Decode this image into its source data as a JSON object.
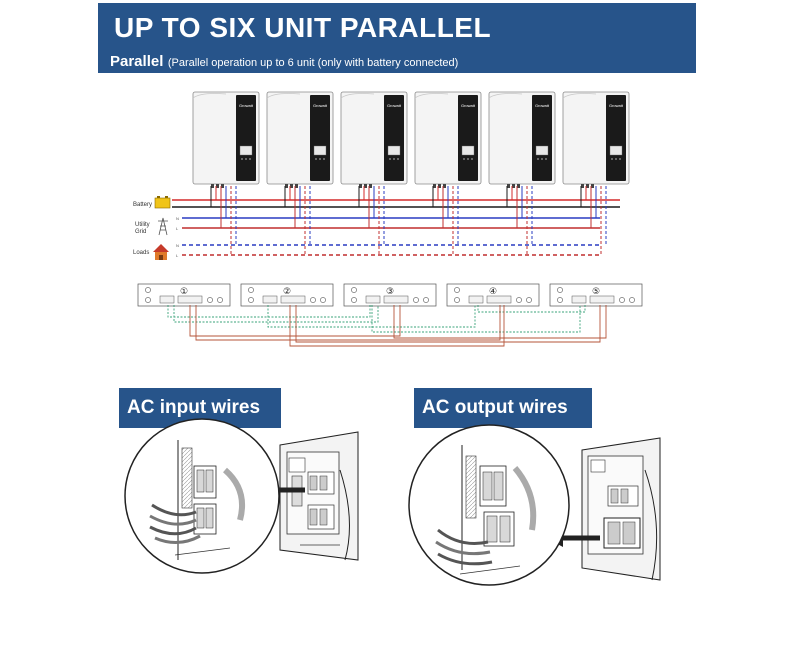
{
  "header": {
    "title": "UP TO SIX UNIT PARALLEL",
    "subtitle_main": "Parallel",
    "subtitle_note": "(Parallel operation up to 6 unit (only with battery connected)"
  },
  "inverters": {
    "count": 6,
    "brand": "Growatt",
    "panel_color": "#1a1a1a",
    "body_color": "#f4f4f4"
  },
  "wiring_legend": {
    "battery_label": "Battery",
    "utility_label": "Utility\ngrid",
    "loads_label": "Loads",
    "utility_terminals": [
      "N",
      "L"
    ],
    "load_terminals": [
      "N",
      "L"
    ]
  },
  "parallel_boards": {
    "numbers": [
      "①",
      "②",
      "③",
      "④",
      "⑤"
    ],
    "link_color_green": "#3aa37a",
    "link_color_red": "#b5543a"
  },
  "sections": {
    "ac_input_label": "AC input wires",
    "ac_output_label": "AC output wires"
  },
  "colors": {
    "brand_blue": "#27548a",
    "battery_positive": "#d42a2a",
    "battery_negative": "#1a1a1a",
    "ac_line_blue": "#2a3cc2",
    "ac_line_red": "#c12f2f"
  }
}
